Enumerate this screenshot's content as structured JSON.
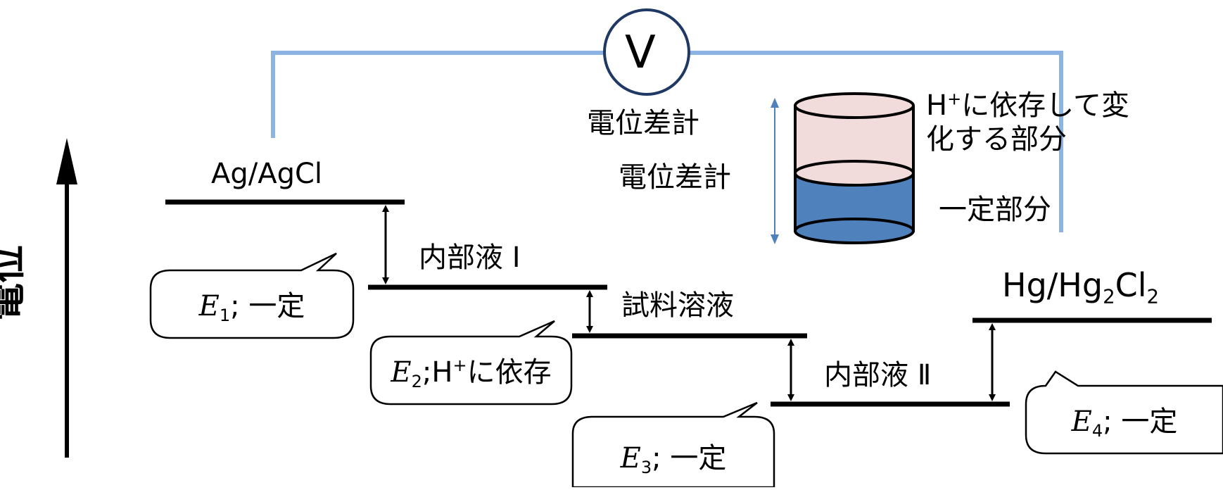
{
  "meter": {
    "symbol": "V",
    "caption": "電位差計",
    "caption2": "電位差計"
  },
  "axis": {
    "label": "電位"
  },
  "levels": {
    "ag": "Ag/AgCl",
    "internal1": "内部液 Ⅰ",
    "sample": "試料溶液",
    "internal2": "内部液 Ⅱ",
    "hg_base": "Hg/Hg",
    "hg_sub1": "2",
    "hg_mid": "Cl",
    "hg_sub2": "2"
  },
  "callouts": {
    "e1": {
      "symbol": "E",
      "index": "1",
      "text": "; 一定"
    },
    "e2": {
      "symbol": "E",
      "index": "2",
      "text_pre": ";H",
      "sup": "+",
      "text_post": "に依存"
    },
    "e3": {
      "symbol": "E",
      "index": "3",
      "text": "; 一定"
    },
    "e4": {
      "symbol": "E",
      "index": "4",
      "text": "; 一定"
    }
  },
  "cylinder": {
    "top_pre": "H",
    "top_sup": "+",
    "top_post": "に依存して変",
    "top_line2": "化する部分",
    "bottom_label": "一定部分",
    "colors": {
      "top": "#f2dcdb",
      "bottom": "#4f81bd"
    }
  },
  "colors": {
    "wire": "#8db3e2",
    "meter_ring": "#1f3864",
    "arrow": "#4f81bd"
  }
}
